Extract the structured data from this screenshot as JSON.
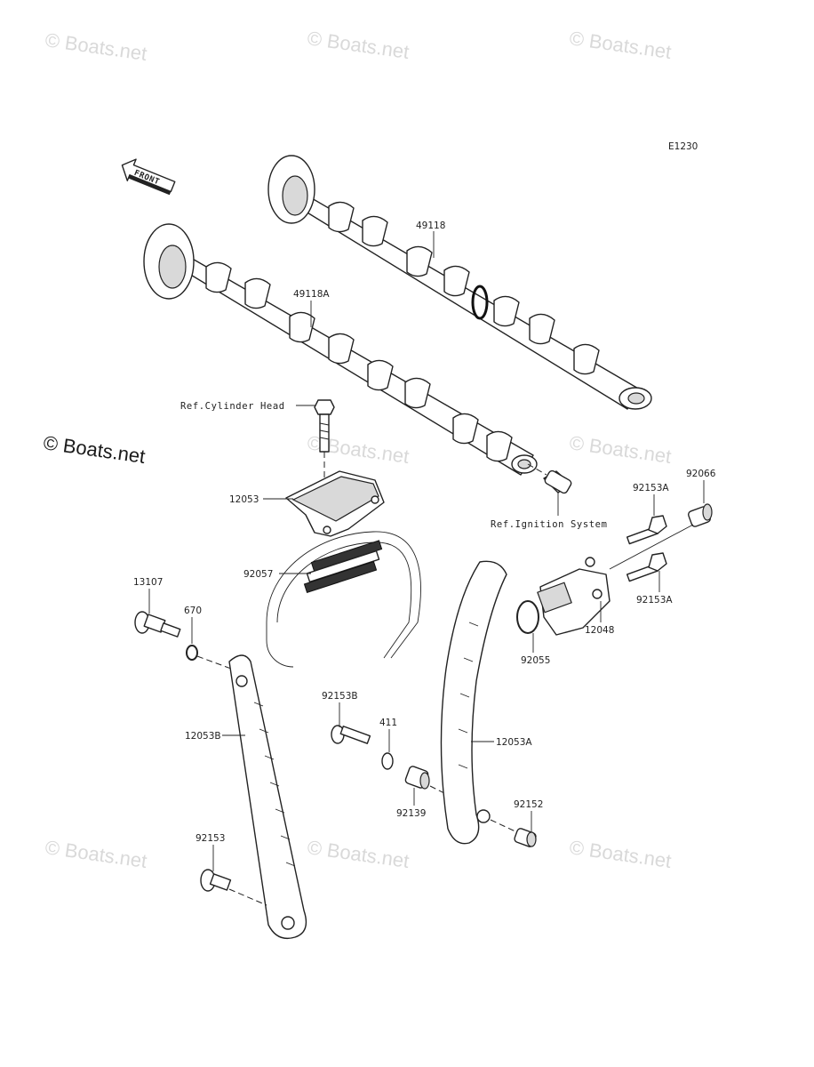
{
  "diagram_code": "E1230",
  "front_arrow_text": "FRONT",
  "watermark_text": "© Boats.net",
  "parts": [
    {
      "id": "p49118",
      "label": "49118"
    },
    {
      "id": "p49118a",
      "label": "49118A"
    },
    {
      "id": "p12053",
      "label": "12053"
    },
    {
      "id": "p92057",
      "label": "92057"
    },
    {
      "id": "p13107",
      "label": "13107"
    },
    {
      "id": "p670",
      "label": "670"
    },
    {
      "id": "p12053b",
      "label": "12053B"
    },
    {
      "id": "p92153b",
      "label": "92153B"
    },
    {
      "id": "p411",
      "label": "411"
    },
    {
      "id": "p92139",
      "label": "92139"
    },
    {
      "id": "p92153",
      "label": "92153"
    },
    {
      "id": "p12053a",
      "label": "12053A"
    },
    {
      "id": "p92152",
      "label": "92152"
    },
    {
      "id": "p92055",
      "label": "92055"
    },
    {
      "id": "p12048",
      "label": "12048"
    },
    {
      "id": "p92153a_top",
      "label": "92153A"
    },
    {
      "id": "p92153a_bot",
      "label": "92153A"
    },
    {
      "id": "p92066",
      "label": "92066"
    }
  ],
  "references": {
    "cylinder_head": "Ref.Cylinder Head",
    "ignition_system": "Ref.Ignition System"
  }
}
